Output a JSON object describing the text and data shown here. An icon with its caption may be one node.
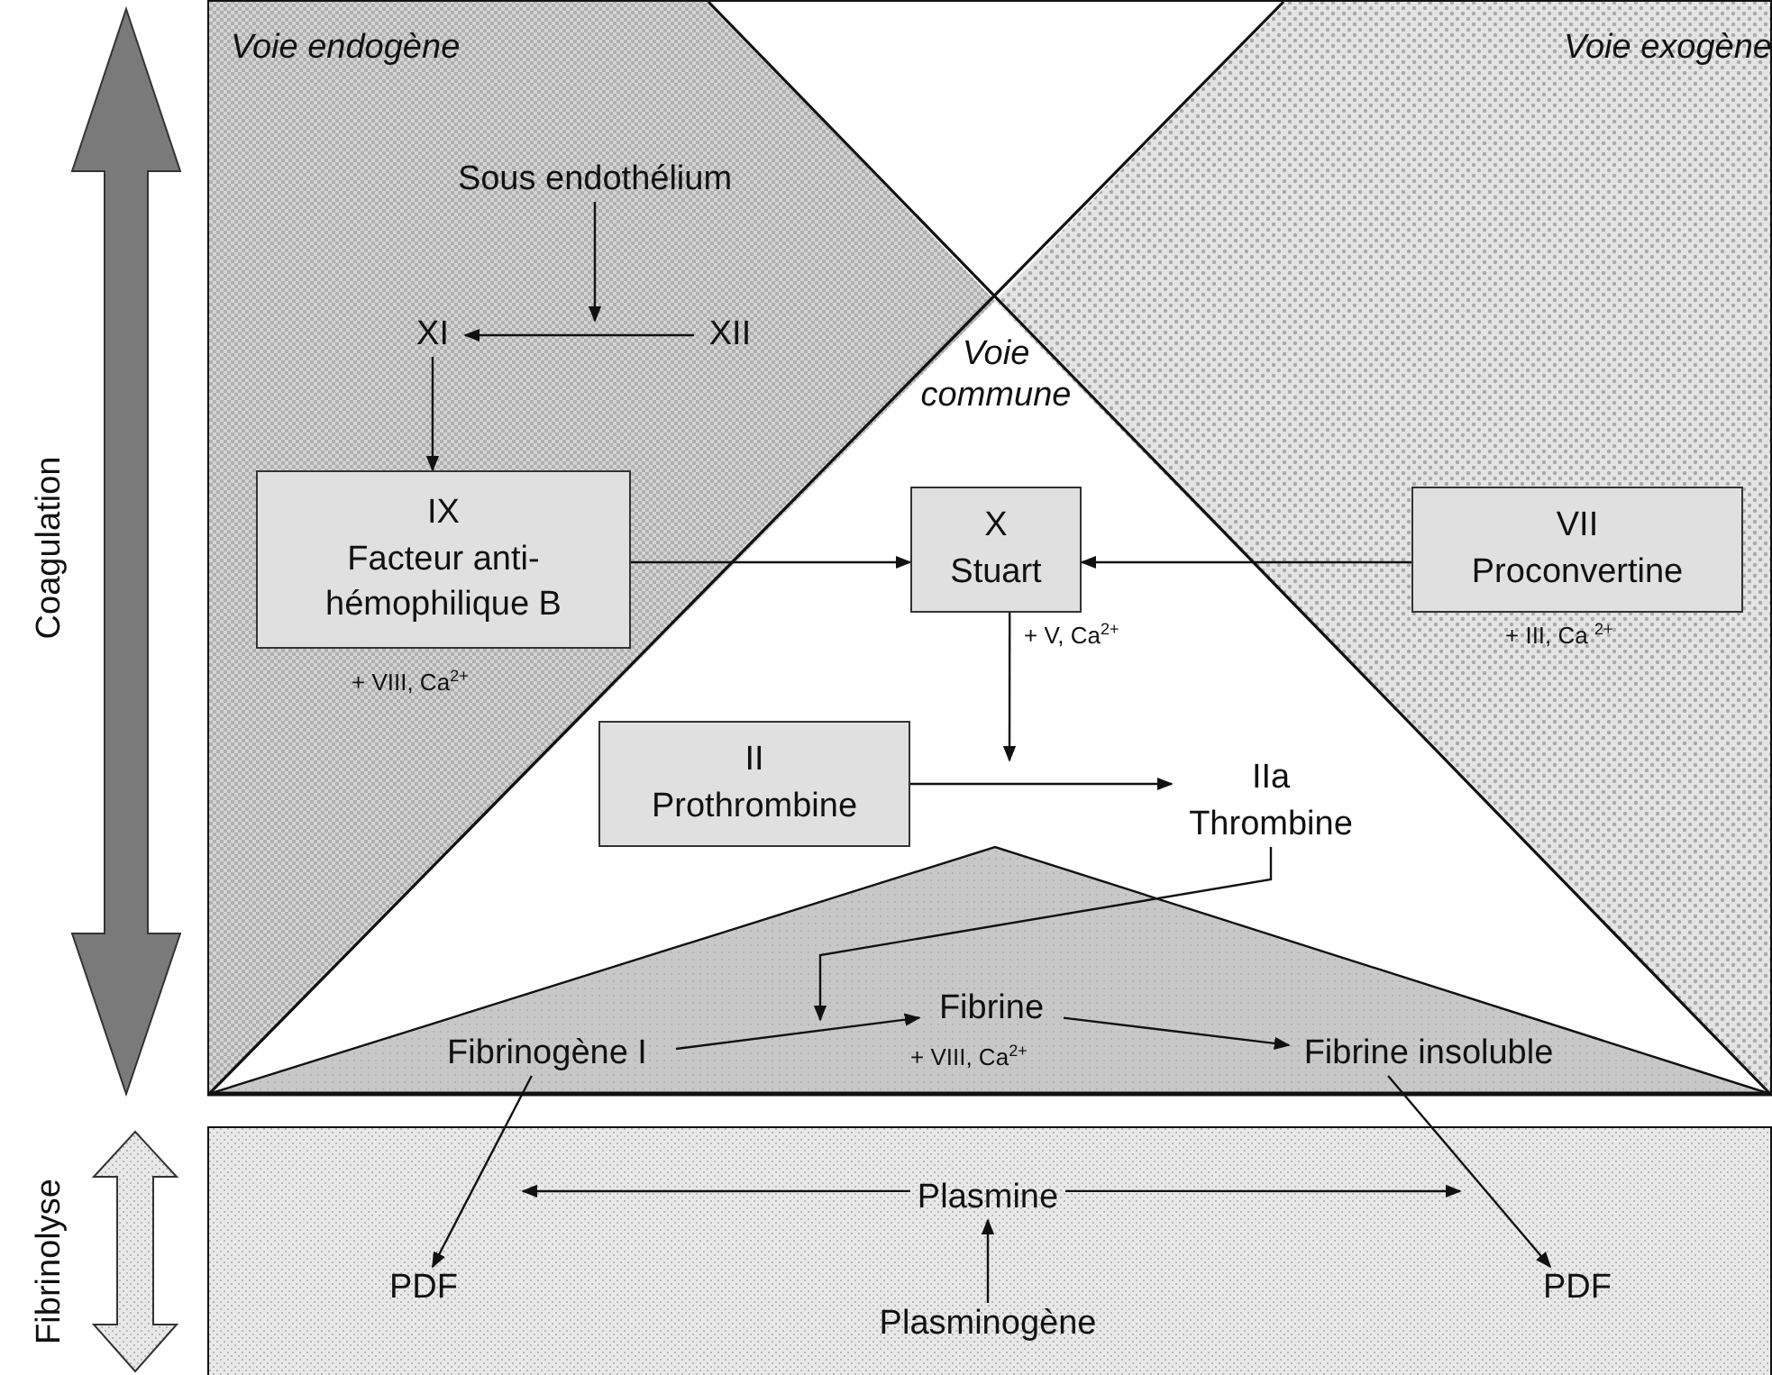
{
  "diagram": {
    "nodes": [
      {
        "text": [
          "Sous endothélium"
        ]
      },
      {
        "text": [
          "XI"
        ]
      },
      {
        "text": [
          "XII"
        ]
      },
      {
        "text": [
          "IX",
          "Facteur anti-hémophilique B"
        ],
        "beside": [
          "+ VIII, Ca$^{2+}$"
        ]
      },
      {
        "text": [
          "X",
          "Stuart"
        ],
        "beside": [
          "+ V, Ca$^{2+}$"
        ]
      },
      {
        "text": [
          "VII",
          "Proconvertine"
        ],
        "beside": [
          "+ III, Ca $^{2+}$"
        ]
      },
      {
        "text": [
          "II",
          "Prothrombine"
        ]
      },
      {
        "text": [
          "IIa",
          "Thrombine"
        ]
      },
      {
        "text": [
          "Fibrinogène I"
        ]
      },
      {
        "text": [
          "Fibrine"
        ],
        "beside": [
          "+ VIII, Ca$^{2+}$"
        ]
      },
      {
        "text": [
          "Fibrine insoluble"
        ]
      },
      {
        "text": [
          "PDF"
        ]
      },
      {
        "text": [
          "Plasmine"
        ]
      },
      {
        "text": [
          "PDF"
        ]
      },
      {
        "text": [
          "Plasminogène"
        ]
      }
    ],
    "edges": [
      {
        "from": 0,
        "to": null,
        "arrow": "to"
      },
      {
        "from": 2,
        "to": 1,
        "arrow": "to"
      },
      {
        "from": 1,
        "to": 3,
        "arrow": "to"
      },
      {
        "from": 3,
        "to": 4,
        "arrow": "to"
      },
      {
        "from": 5,
        "to": 4,
        "arrow": "to"
      },
      {
        "from": 4,
        "to": null,
        "arrow": "to"
      },
      {
        "from": 6,
        "to": 7,
        "arrow": "to"
      },
      {
        "from": 7,
        "to": null,
        "arrow": "to"
      },
      {
        "from": 8,
        "to": 9,
        "arrow": "to"
      },
      {
        "from": 9,
        "to": 10,
        "arrow": "to"
      },
      {
        "from": 8,
        "to": 11,
        "arrow": "to"
      },
      {
        "from": 10,
        "to": 13,
        "arrow": "to"
      },
      {
        "from": 12,
        "to": null,
        "arrow": "to"
      },
      {
        "from": 12,
        "to": null,
        "arrow": "to"
      },
      {
        "from": 14,
        "to": 12,
        "arrow": "to"
      }
    ],
    "labels": [
      "Voie endogène",
      "Voie exogène",
      "Voie commune",
      "Coagulation",
      "Fibrinolyse"
    ]
  }
}
